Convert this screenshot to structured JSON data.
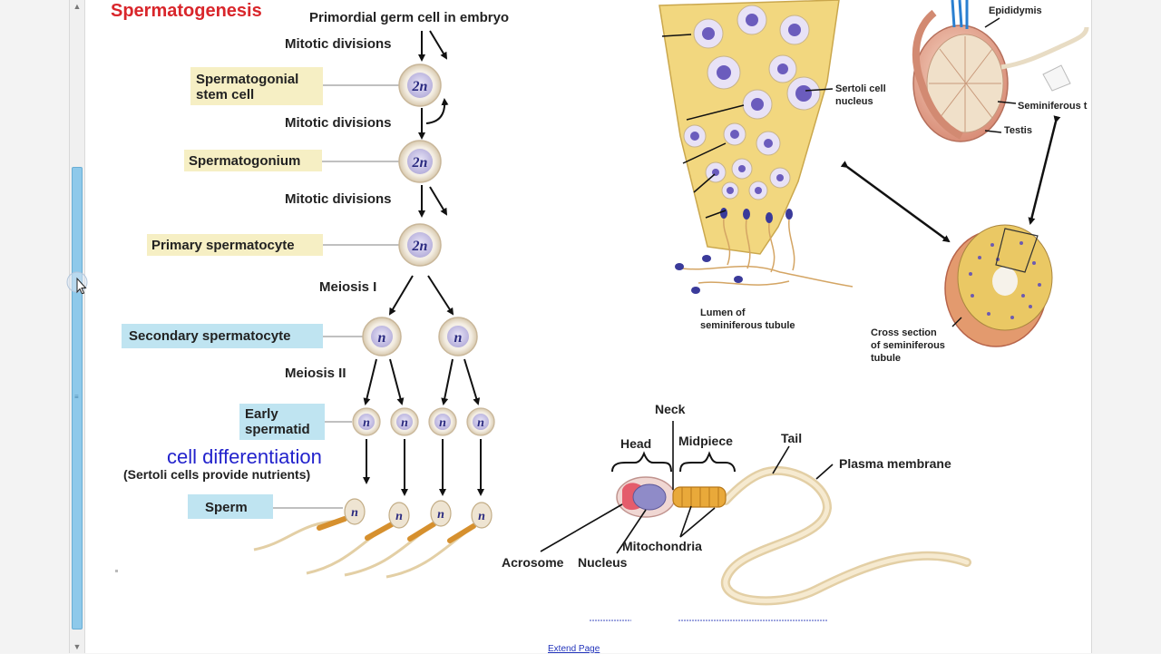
{
  "title": "Spermatogenesis",
  "flow": {
    "primordial": "Primordial germ cell in embryo",
    "mitotic_1": "Mitotic divisions",
    "mitotic_2": "Mitotic divisions",
    "mitotic_3": "Mitotic divisions",
    "meiosis_1": "Meiosis I",
    "meiosis_2": "Meiosis II",
    "diff_title": "cell differentiation",
    "diff_note": "(Sertoli cells provide nutrients)"
  },
  "stages": [
    {
      "line1": "Spermatogonial",
      "line2": "stem cell",
      "ploidy": "2n"
    },
    {
      "line1": "Spermatogonium",
      "ploidy": "2n"
    },
    {
      "line1": "Primary spermatocyte",
      "ploidy": "2n"
    },
    {
      "line1": "Secondary spermatocyte",
      "ploidy": "n"
    },
    {
      "line1": "Early",
      "line2": "spermatid",
      "ploidy": "n"
    },
    {
      "line1": "Sperm",
      "ploidy": "n"
    }
  ],
  "tubule": {
    "sertoli_1": "Sertoli cell",
    "sertoli_2": "nucleus",
    "lumen_1": "Lumen of",
    "lumen_2": "seminiferous tubule"
  },
  "testis": {
    "epididymis": "Epididymis",
    "seminiferous": "Seminiferous t",
    "testis": "Testis",
    "cross_1": "Cross section",
    "cross_2": "of seminiferous",
    "cross_3": "tubule"
  },
  "sperm_parts": {
    "neck": "Neck",
    "head": "Head",
    "midpiece": "Midpiece",
    "tail": "Tail",
    "plasma_membrane": "Plasma membrane",
    "acrosome": "Acrosome",
    "nucleus": "Nucleus",
    "mitochondria": "Mitochondria"
  },
  "footer": {
    "extend_link": "Extend Page"
  },
  "colors": {
    "title_red": "#d9262b",
    "diff_blue": "#2222cc",
    "stem_label_bg": "#f6efc4",
    "meiosis_label_bg": "#bfe4f1",
    "tubule_yellow": "#f2d77f",
    "scroll_thumb": "#8ec9ea"
  },
  "icons": [
    "scroll-up-arrow-icon",
    "scroll-down-arrow-icon",
    "mouse-cursor-icon"
  ]
}
